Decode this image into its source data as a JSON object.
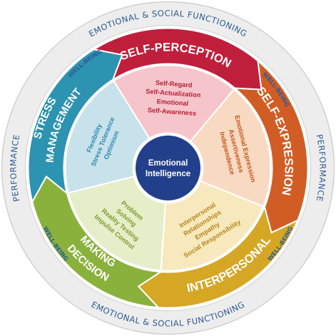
{
  "outer_ring": {
    "top": "EMOTIONAL & SOCIAL FUNCTIONING",
    "bottom": "EMOTIONAL & SOCIAL FUNCTIONING",
    "left": "PERFORMANCE",
    "right": "PERFORMANCE",
    "well_being": [
      "WELL-BEING",
      "WELL-BEING",
      "WELL-BEING",
      "WELL-BEING"
    ],
    "text_color": "#2d5c93"
  },
  "center": {
    "line1": "Emotional",
    "line2": "Intelligence",
    "color": "#223f8c"
  },
  "composites": [
    {
      "title_lines": [
        "SELF-PERCEPTION"
      ],
      "color": "#c01f3c",
      "inner_color": "#f6c5cb",
      "text_color": "#b52036",
      "subscales": [
        "Self-Regard",
        "Self-Actualization",
        "Emotional",
        "Self-Awareness"
      ]
    },
    {
      "title_lines": [
        "SELF-EXPRESSION"
      ],
      "color": "#d15d25",
      "inner_color": "#f8d9c2",
      "text_color": "#c5561c",
      "subscales": [
        "Emotional Expression",
        "Assertiveness",
        "Independence"
      ]
    },
    {
      "title_lines": [
        "INTERPERSONAL"
      ],
      "color": "#d6a725",
      "inner_color": "#f7e9bd",
      "text_color": "#b6851a",
      "subscales": [
        "Interpersonal",
        "Relationships",
        "Empathy",
        "Social Responsibility"
      ]
    },
    {
      "title_lines": [
        "DECISION",
        "MAKING"
      ],
      "color": "#8ab13c",
      "inner_color": "#e6edc9",
      "text_color": "#7a9e2a",
      "subscales": [
        "Problem",
        "Solving",
        "Reality Testing",
        "Impulse Control"
      ]
    },
    {
      "title_lines": [
        "STRESS",
        "MANAGEMENT"
      ],
      "color": "#2c93b1",
      "inner_color": "#c8e2ec",
      "text_color": "#2a8aa8",
      "subscales": [
        "Flexibility",
        "Stress Tolerance",
        "Optimism"
      ]
    }
  ]
}
